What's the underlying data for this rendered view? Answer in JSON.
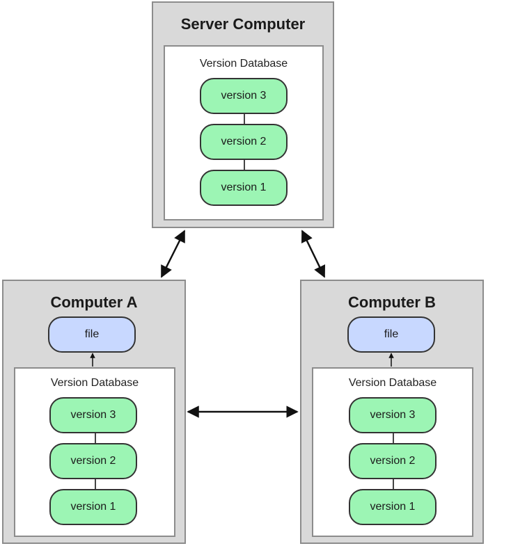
{
  "server": {
    "title": "Server Computer",
    "database_label": "Version Database",
    "versions": [
      "version 3",
      "version 2",
      "version 1"
    ]
  },
  "computer_a": {
    "title": "Computer A",
    "file_label": "file",
    "database_label": "Version Database",
    "versions": [
      "version 3",
      "version 2",
      "version 1"
    ]
  },
  "computer_b": {
    "title": "Computer B",
    "file_label": "file",
    "database_label": "Version Database",
    "versions": [
      "version 3",
      "version 2",
      "version 1"
    ]
  },
  "colors": {
    "version_fill": "#9cf5b4",
    "file_fill": "#c8d8ff",
    "box_fill": "#d9d9d9",
    "border": "#8c8c8c"
  }
}
